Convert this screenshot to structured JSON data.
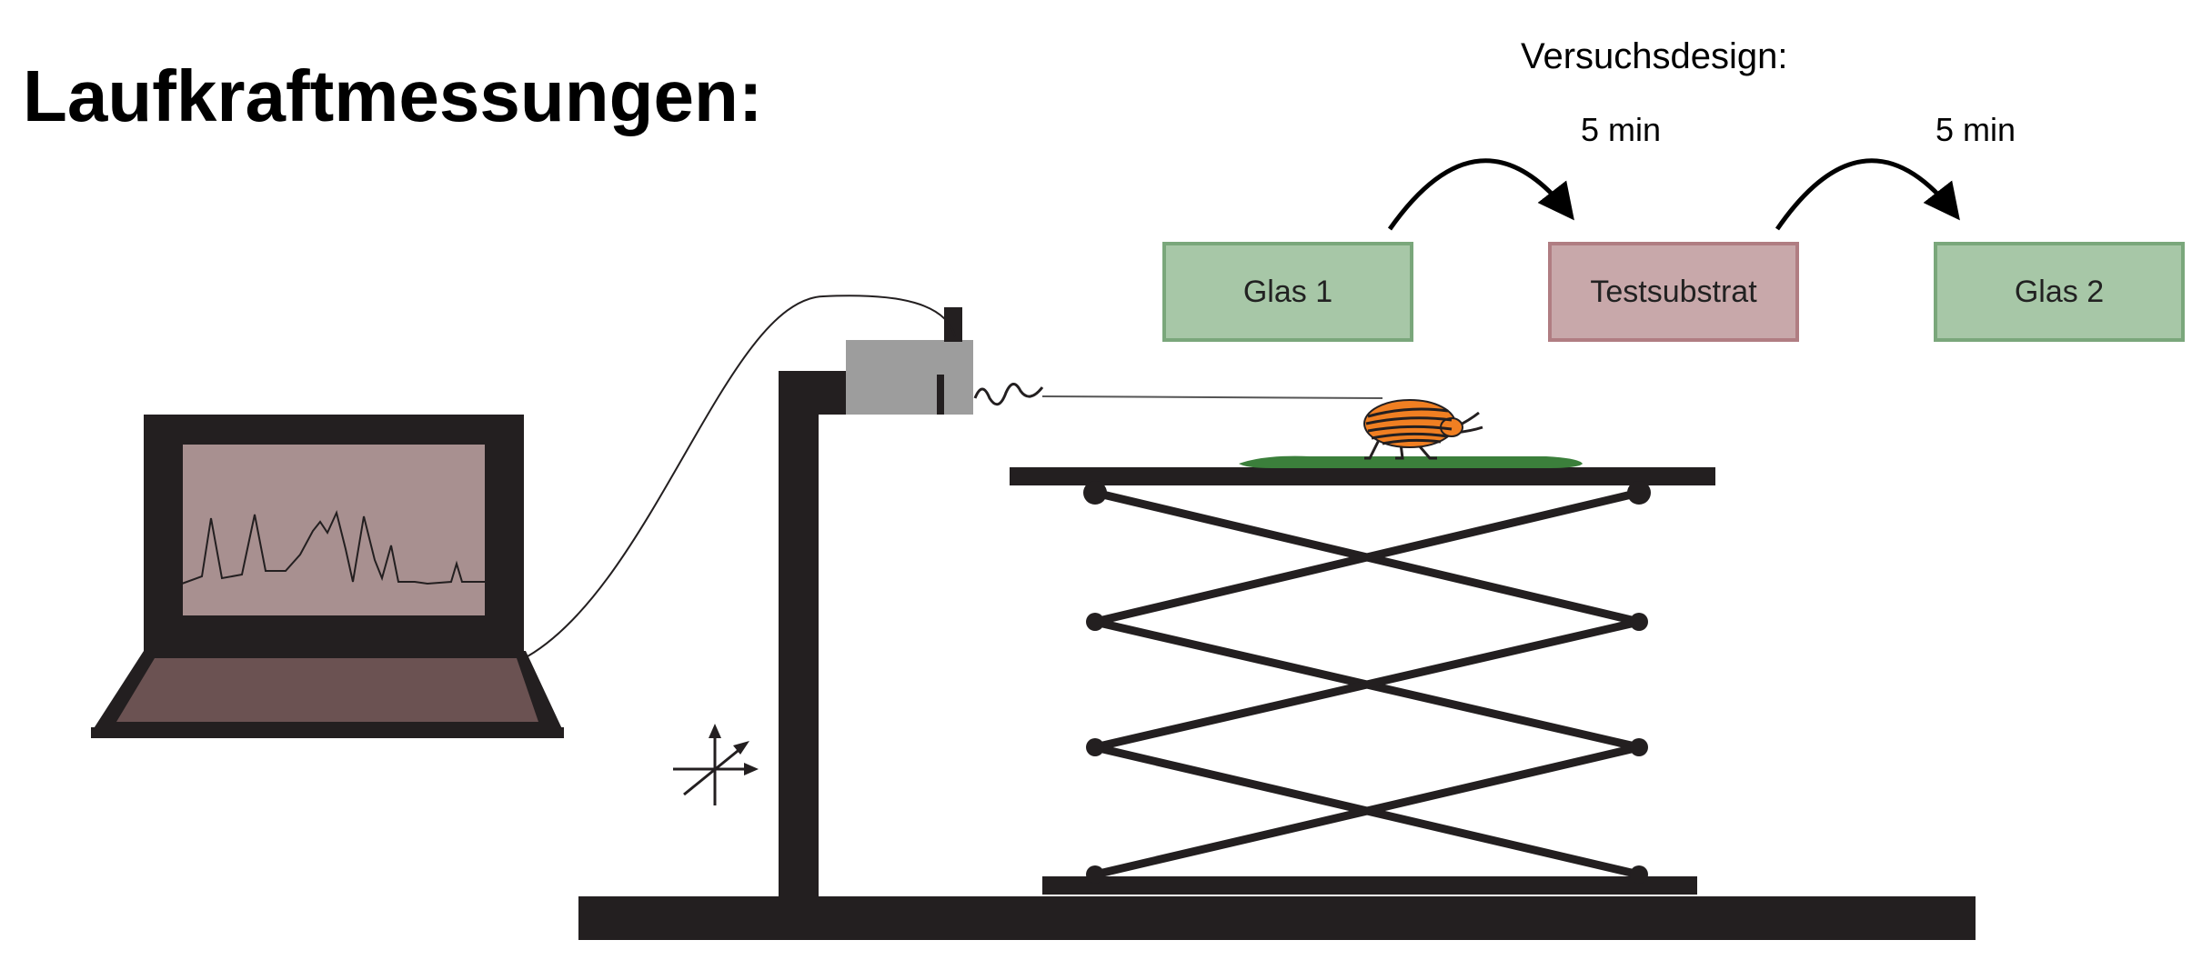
{
  "title": "Laufkraftmessungen:",
  "design": {
    "label": "Versuchsdesign:",
    "durations": [
      "5 min",
      "5 min"
    ],
    "steps": [
      "Glas 1",
      "Testsubstrat",
      "Glas 2"
    ]
  },
  "colors": {
    "glass_fill": "#a7c7a7",
    "substrate_fill": "#c8a8aa",
    "frame_dark": "#231f20",
    "screen_fill": "#a89090",
    "keyboard_fill": "#6b5252",
    "sensor_grey": "#9d9d9d",
    "beetle_orange": "#f07f22",
    "leaf_green": "#3b7f3b"
  },
  "icons": [
    "laptop-icon",
    "force-sensor-icon",
    "beetle-icon",
    "scissor-lift-icon",
    "axes-icon"
  ]
}
